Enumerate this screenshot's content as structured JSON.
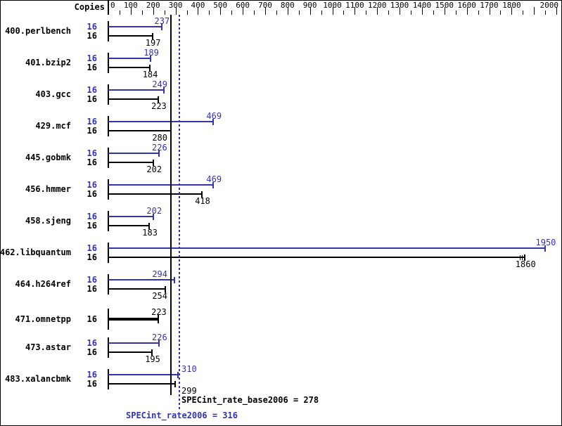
{
  "labels": {
    "copies_header": "Copies"
  },
  "colors": {
    "peak_blue": "#3333aa",
    "base_black": "#000000",
    "background": "#ffffff",
    "border": "#000000"
  },
  "footer": {
    "base_text": "SPECint_rate_base2006 = 278",
    "peak_text": "SPECint_rate2006 = 316"
  },
  "chart_data": {
    "type": "bar",
    "orientation": "horizontal",
    "title": "",
    "xlabel": "",
    "ylabel": "Copies",
    "xlim": [
      0,
      2000
    ],
    "x_major_tick": 100,
    "x_minor_tick": 50,
    "skipped_tick_labels": [
      1900
    ],
    "grid": false,
    "legend_position": "none",
    "series_meaning": {
      "peak": "SPECint_rate2006 (blue)",
      "base": "SPECint_rate_base2006 (black)"
    },
    "benchmarks": [
      {
        "name": "400.perlbench",
        "copies": 16,
        "peak": 237,
        "base": 197
      },
      {
        "name": "401.bzip2",
        "copies": 16,
        "peak": 189,
        "base": 184
      },
      {
        "name": "403.gcc",
        "copies": 16,
        "peak": 249,
        "base": 223,
        "peak_label_align": "left"
      },
      {
        "name": "429.mcf",
        "copies": 16,
        "peak": 469,
        "base": 280,
        "base_label_align": "left"
      },
      {
        "name": "445.gobmk",
        "copies": 16,
        "peak": 226,
        "base": 202
      },
      {
        "name": "456.hmmer",
        "copies": 16,
        "peak": 469,
        "base": 418
      },
      {
        "name": "458.sjeng",
        "copies": 16,
        "peak": 202,
        "base": 183
      },
      {
        "name": "462.libquantum",
        "copies": 16,
        "peak": 1950,
        "base": 1860,
        "base_variation_ticks": true
      },
      {
        "name": "464.h264ref",
        "copies": 16,
        "peak": 294,
        "base": 254,
        "peak_label_align": "left",
        "base_label_align": "left"
      },
      {
        "name": "471.omnetpp",
        "copies": 16,
        "single": 223
      },
      {
        "name": "473.astar",
        "copies": 16,
        "peak": 226,
        "base": 195
      },
      {
        "name": "483.xalancbmk",
        "copies": 16,
        "peak": 310,
        "base": 299,
        "peak_label_align": "right",
        "base_label_align": "right"
      }
    ],
    "reference_lines": [
      {
        "label": "SPECint_rate_base2006 = 278",
        "value": 278,
        "style": "solid",
        "color": "#000000"
      },
      {
        "label": "SPECint_rate2006 = 316",
        "value": 316,
        "style": "dotted",
        "color": "#3333aa"
      }
    ]
  }
}
